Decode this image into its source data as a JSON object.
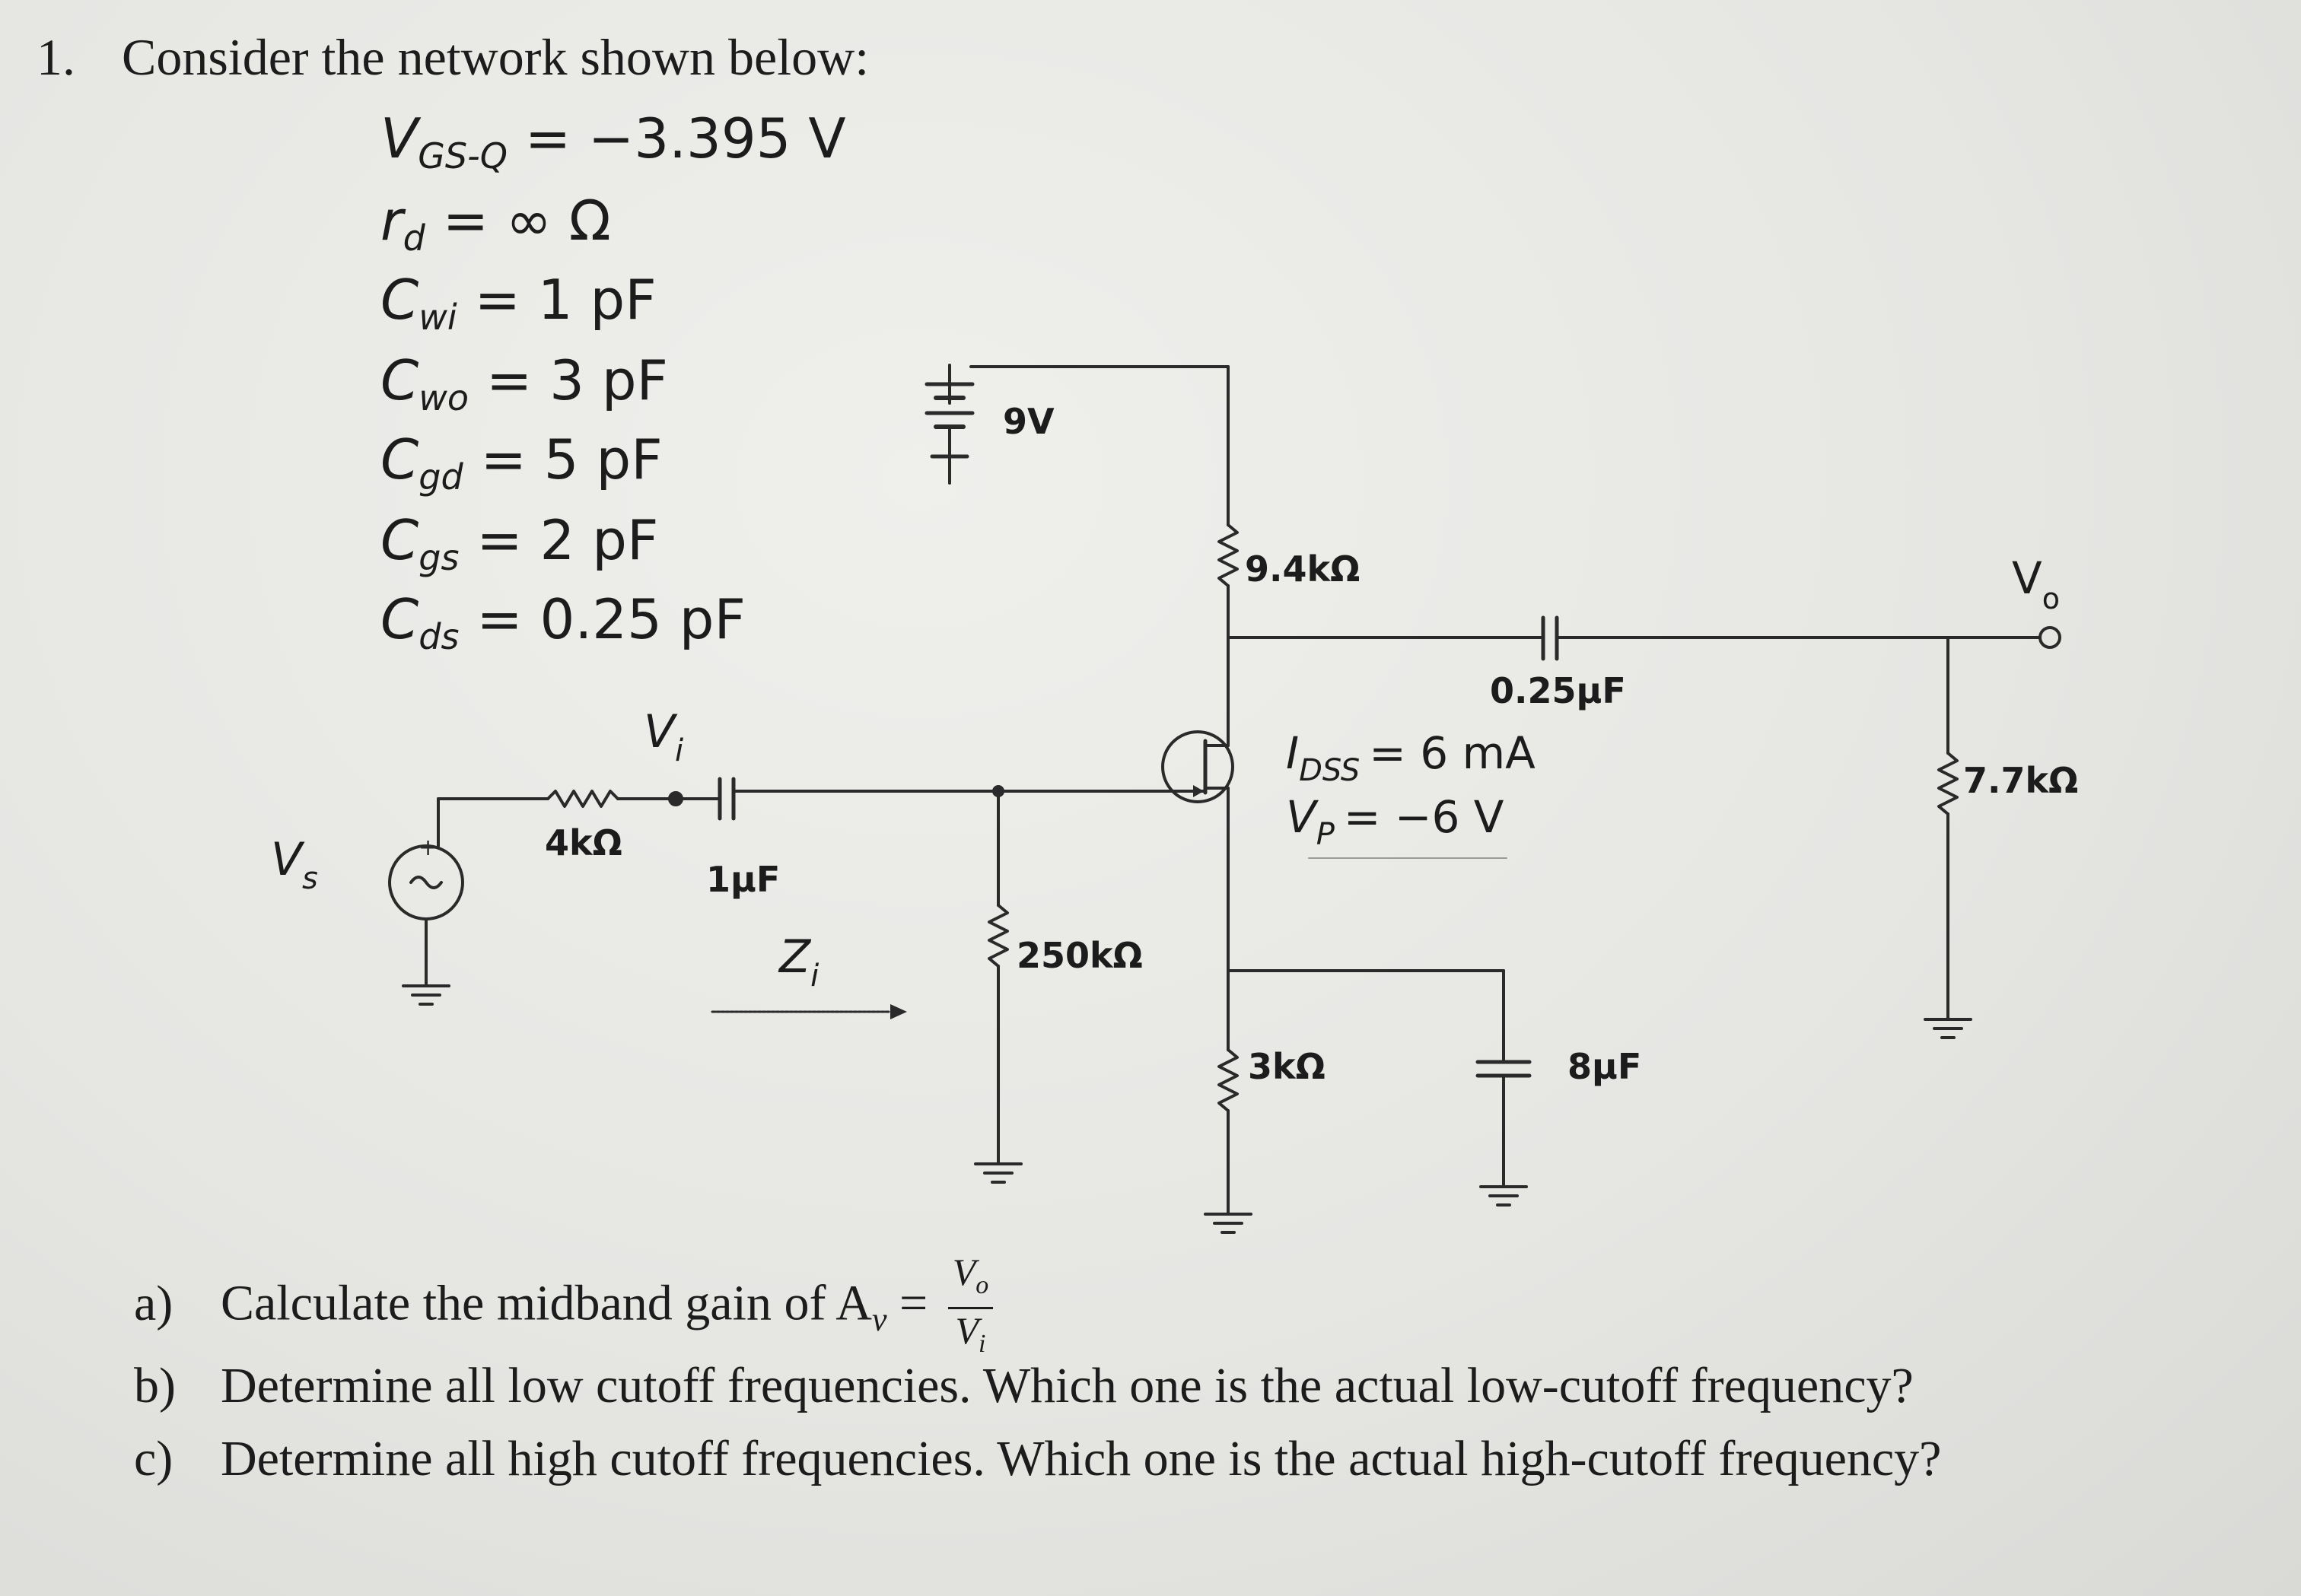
{
  "question": {
    "number": "1.",
    "prompt": "Consider the network shown below:"
  },
  "params": [
    {
      "sym": "V",
      "sub": "GS-Q",
      "val": "= −3.395 V"
    },
    {
      "sym": "r",
      "sub": "d",
      "val": "=  ∞ Ω"
    },
    {
      "sym": "C",
      "sub": "wi",
      "val": "= 1 pF"
    },
    {
      "sym": "C",
      "sub": "wo",
      "val": "= 3 pF"
    },
    {
      "sym": "C",
      "sub": "gd",
      "val": "= 5 pF"
    },
    {
      "sym": "C",
      "sub": "gs",
      "val": "= 2 pF"
    },
    {
      "sym": "C",
      "sub": "ds",
      "val": "= 0.25 pF"
    }
  ],
  "circuit": {
    "supply": "9V",
    "rd": "9.4kΩ",
    "cout": "0.25μF",
    "vo": "V",
    "vo_sub": "o",
    "rl": "7.7kΩ",
    "idss": "= 6 mA",
    "idss_sym": "I",
    "idss_sub": "DSS",
    "vp": "= −6 V",
    "vp_sym": "V",
    "vp_sub": "P",
    "vi": "V",
    "vi_sub": "i",
    "rsig": "4kΩ",
    "cin": "1μF",
    "vs": "V",
    "vs_sub": "s",
    "zi": "Z",
    "zi_sub": "i",
    "rg": "250kΩ",
    "rs": "3kΩ",
    "cs": "8μF"
  },
  "parts": {
    "a_letter": "a)",
    "a_text": "Calculate the midband gain of A",
    "a_sub": "v",
    "a_eq": " = ",
    "a_num": "V",
    "a_num_sub": "o",
    "a_den": "V",
    "a_den_sub": "i",
    "b_letter": "b)",
    "b_text": "Determine all low cutoff frequencies. Which one is the actual low-cutoff frequency?",
    "c_letter": "c)",
    "c_text": "Determine all high cutoff frequencies. Which one is the actual high-cutoff frequency?"
  }
}
